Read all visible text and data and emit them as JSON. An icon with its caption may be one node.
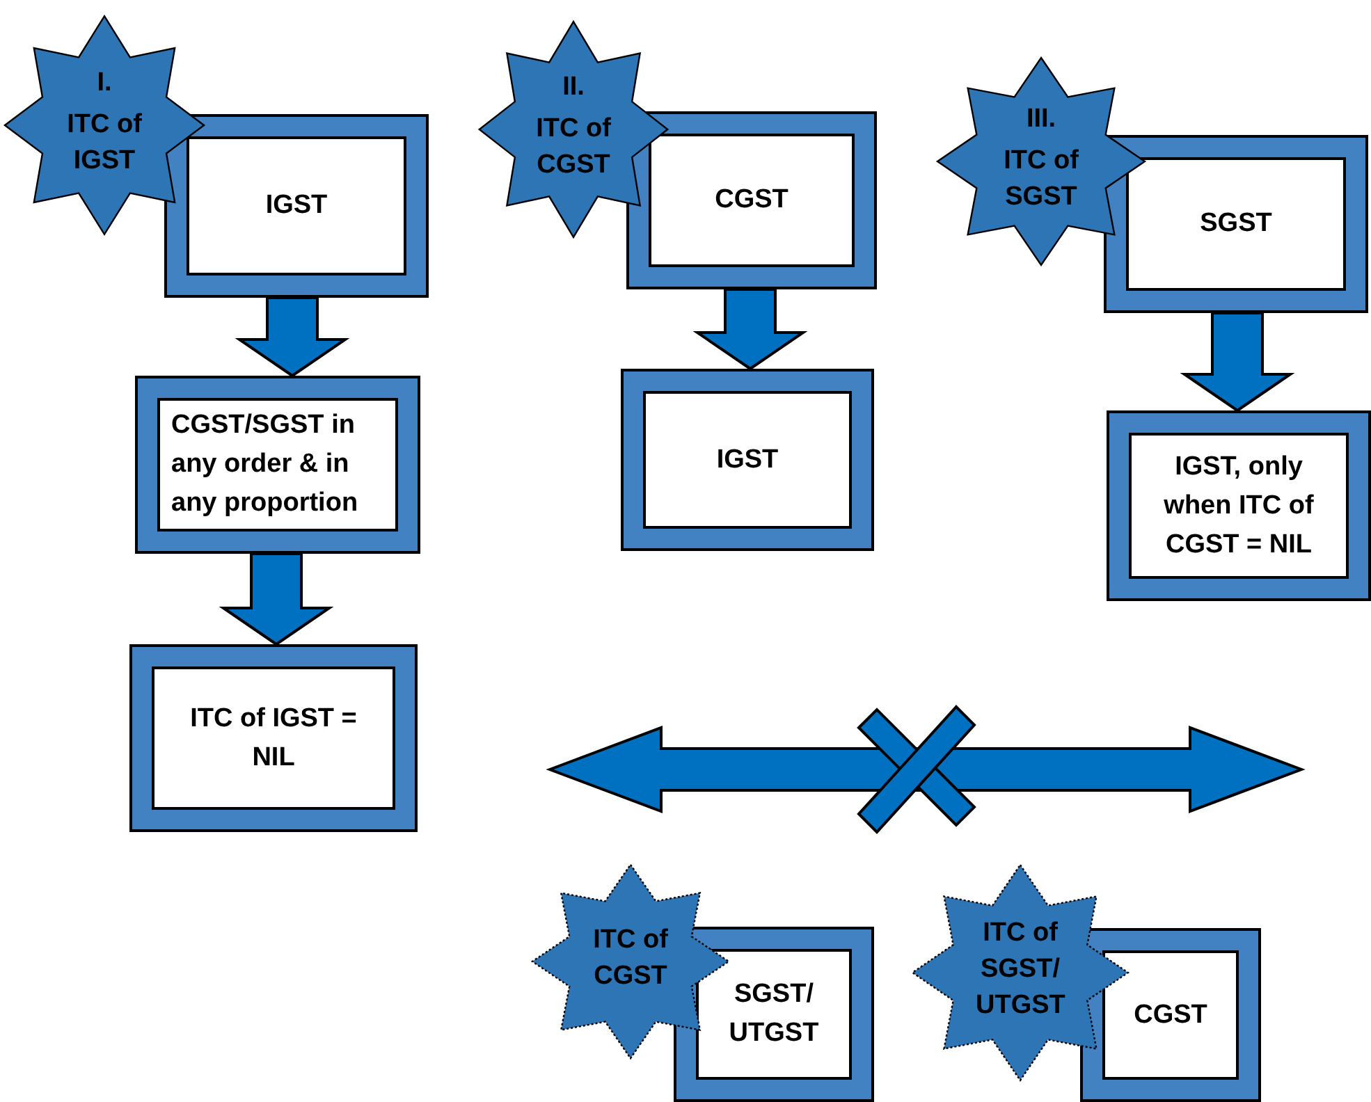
{
  "diagram": {
    "nodes": [
      {
        "text": [
          "I.",
          "ITC of IGST"
        ]
      },
      {
        "text": [
          "IGST"
        ]
      },
      {
        "text": [
          "CGST/SGST in any order & in any proportion"
        ]
      },
      {
        "text": [
          "ITC of IGST = NIL"
        ]
      },
      {
        "text": [
          "II.",
          "ITC of CGST"
        ]
      },
      {
        "text": [
          "CGST"
        ]
      },
      {
        "text": [
          "IGST"
        ]
      },
      {
        "text": [
          "III.",
          "ITC of SGST"
        ]
      },
      {
        "text": [
          "SGST"
        ]
      },
      {
        "text": [
          "IGST, only when ITC of CGST = NIL"
        ]
      },
      {
        "text": [
          "ITC of CGST"
        ]
      },
      {
        "text": [
          "SGST/ UTGST"
        ]
      },
      {
        "text": [
          "ITC of SGST/ UTGST"
        ]
      },
      {
        "text": [
          "CGST"
        ]
      }
    ],
    "edges": [
      {
        "from": 1,
        "to": 2,
        "arrow": "to"
      },
      {
        "from": 2,
        "to": 3,
        "arrow": "to"
      },
      {
        "from": 5,
        "to": 6,
        "arrow": "to"
      },
      {
        "from": 8,
        "to": 9,
        "arrow": "to"
      }
    ]
  }
}
